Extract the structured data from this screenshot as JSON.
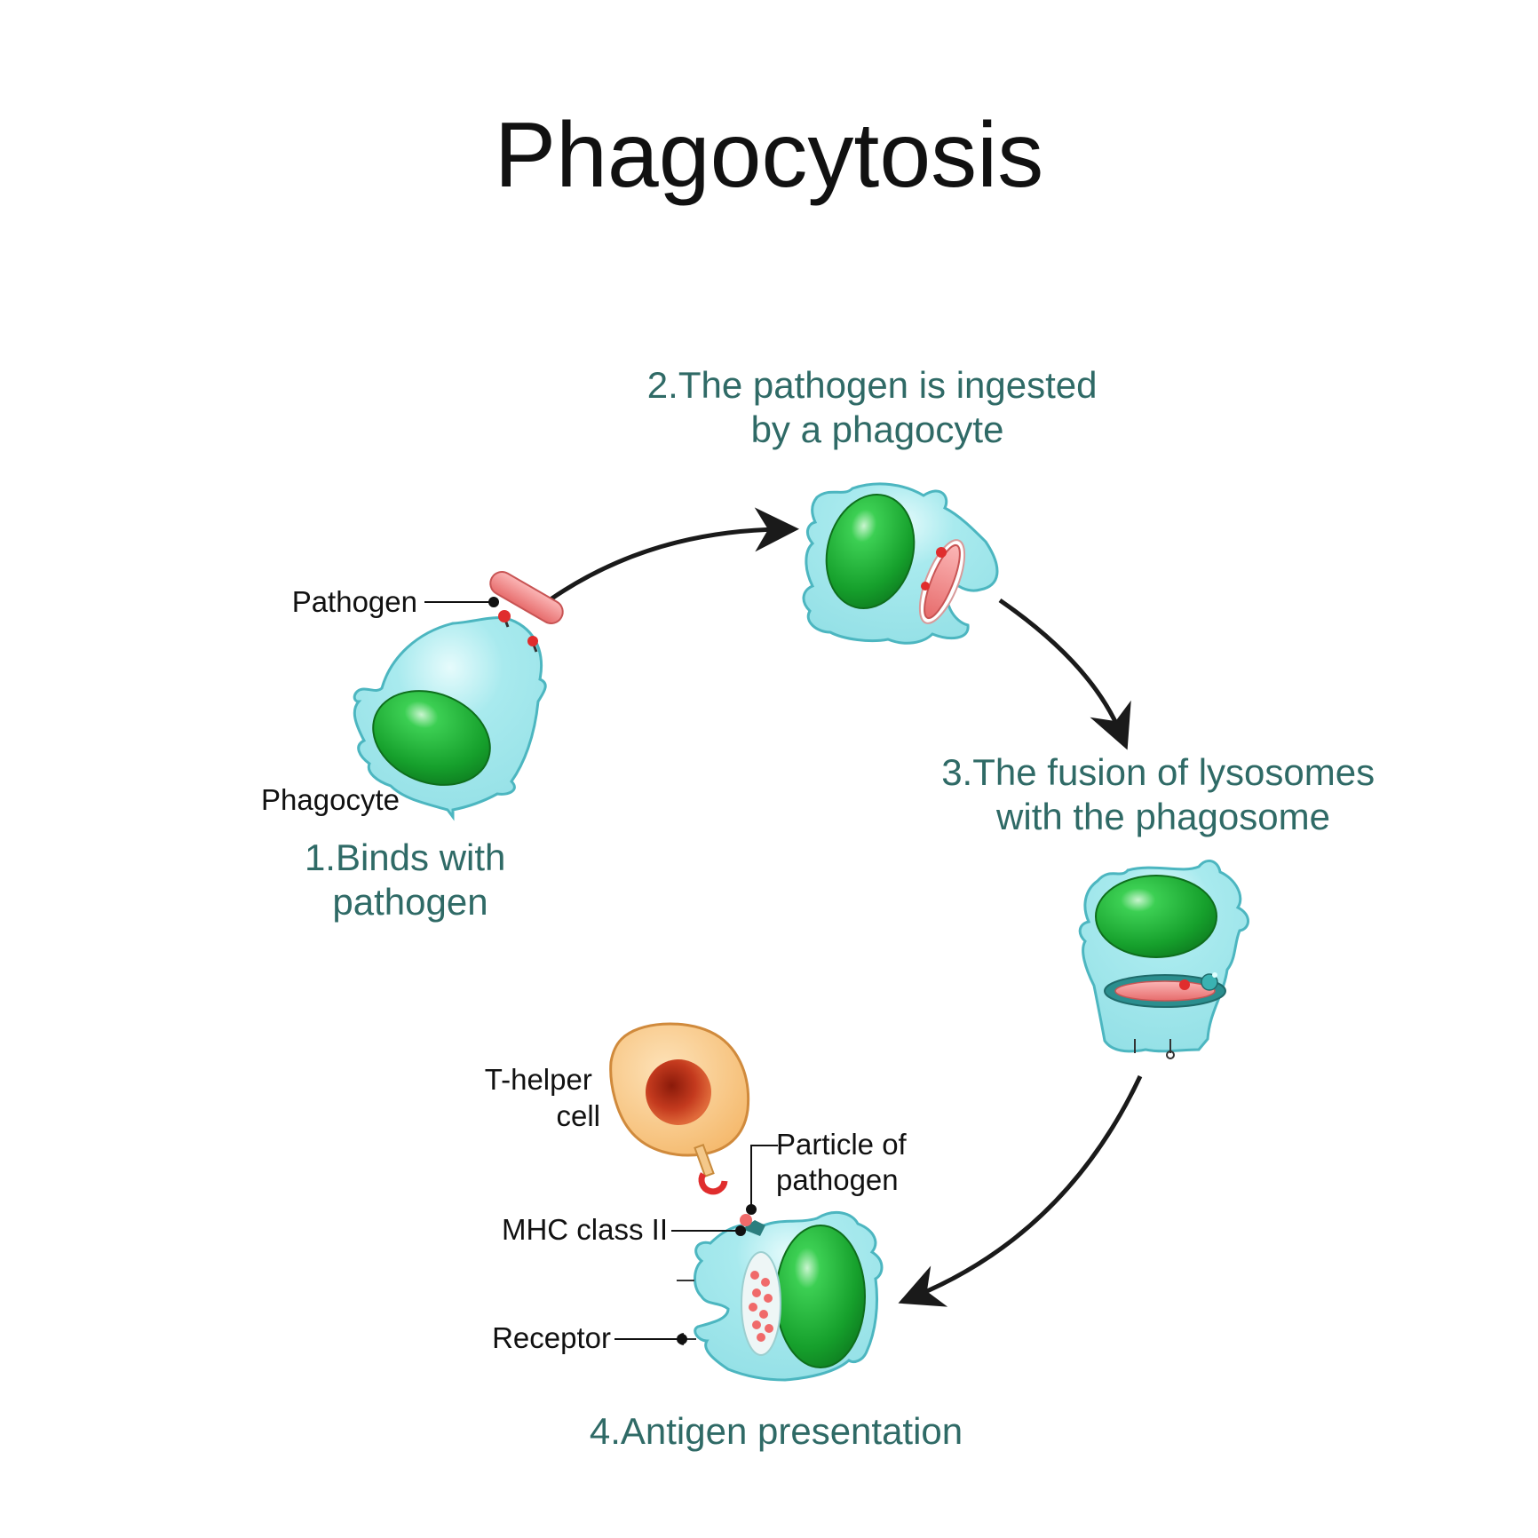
{
  "title": "Phagocytosis",
  "colors": {
    "step_text": "#2f6a66",
    "cell_fill": "#a8eaee",
    "cell_stroke": "#4cb6c0",
    "nucleus": "#18a42e",
    "pathogen": "#f08080",
    "t_cell": "#f7c27c",
    "t_nucleus": "#c0331b",
    "arrow": "#1a1a1a"
  },
  "steps": [
    {
      "line1": "1.Binds with",
      "line2": "pathogen"
    },
    {
      "line1": "2.The pathogen is ingested",
      "line2": "by a phagocyte"
    },
    {
      "line1": "3.The fusion of lysosomes",
      "line2": "with the phagosome"
    },
    {
      "line1": "4.Antigen presentation"
    }
  ],
  "labels": {
    "pathogen": "Pathogen",
    "phagocyte": "Phagocyte",
    "t_helper_1": "T-helper",
    "t_helper_2": "cell",
    "particle_1": "Particle of",
    "particle_2": "pathogen",
    "mhc": "MHC class II",
    "receptor": "Receptor"
  }
}
